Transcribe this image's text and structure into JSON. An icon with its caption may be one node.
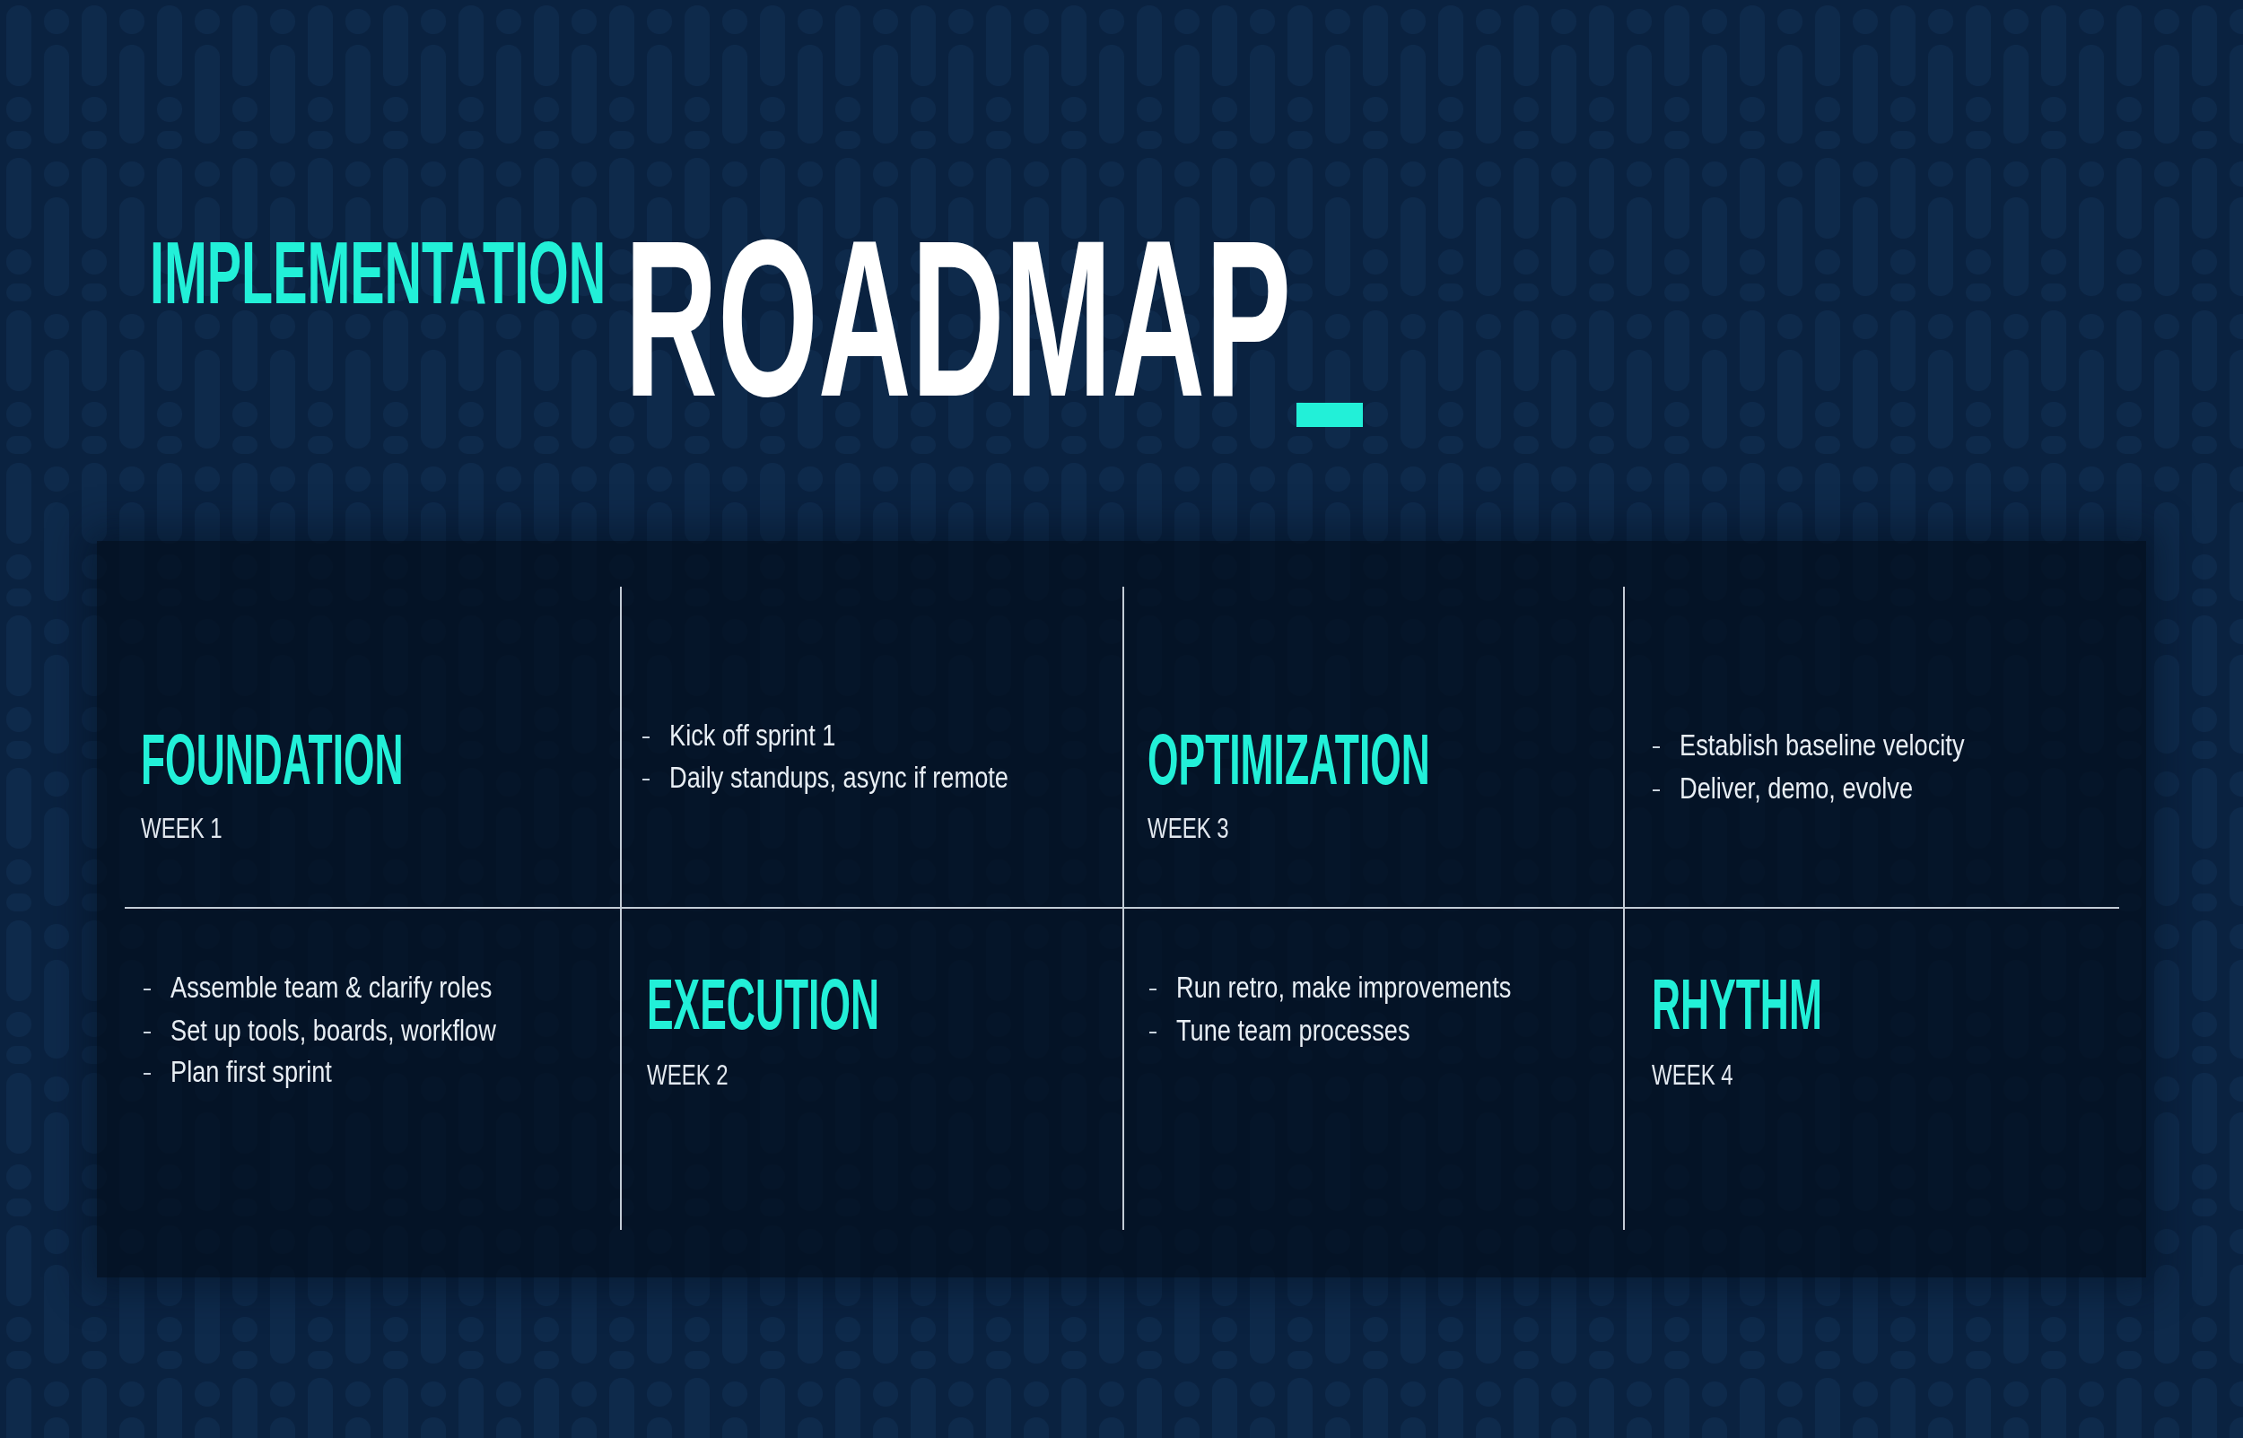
{
  "diagram": {
    "title": "ROADMAP",
    "labels": [
      "IMPLEMENTATION",
      "FOUNDATION",
      "WEEK 1",
      "Kick off sprint 1",
      "Daily standups, async if remote",
      "OPTIMIZATION",
      "WEEK 3",
      "Establish baseline velocity",
      "Deliver, demo, evolve",
      "Assemble team & clarify roles",
      "Set up tools, boards, workflow",
      "Plan first sprint",
      "EXECUTION",
      "WEEK 2",
      "Run retro, make improvements",
      "Tune team processes",
      "RHYTHM",
      "WEEK 4"
    ]
  }
}
